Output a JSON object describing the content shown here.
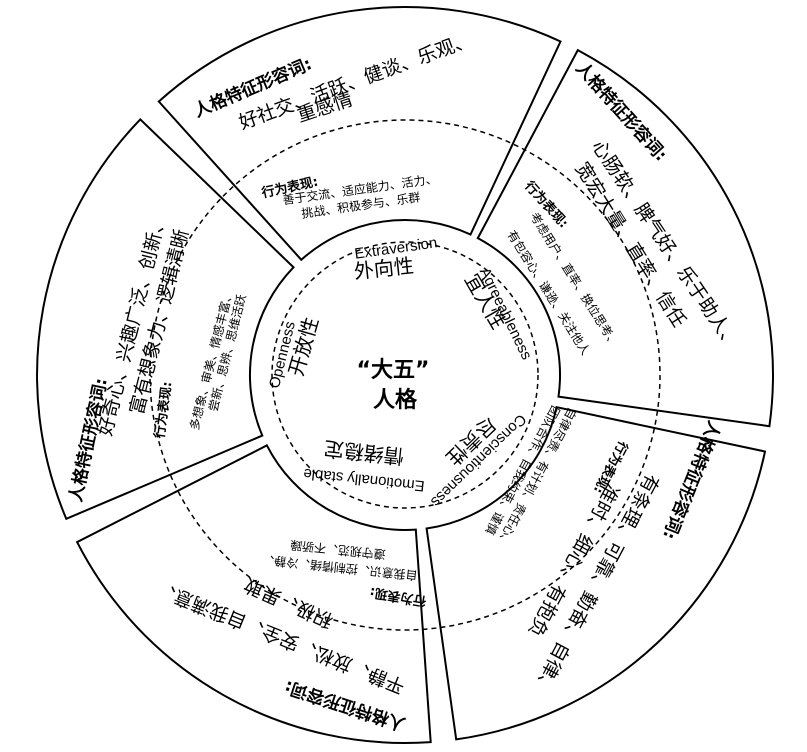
{
  "center": {
    "line1": "“大五”",
    "line2": "人格"
  },
  "adj_title": "人格特征形容词:",
  "beh_title": "行为表现:",
  "traits": {
    "extraversion": {
      "en": "Extraversion",
      "cn": "外向性",
      "behavior": [
        "善于交流、适应能力、活力、",
        "挑战、积极参与、乐群"
      ],
      "adjectives": [
        "好社交、活跃、健谈、乐观、",
        "重感情"
      ]
    },
    "agreeableness": {
      "en": "Agreeableness",
      "cn": "宜人性",
      "behavior": [
        "考虑用户、直率、换位思考、",
        "有包容心、谦逊、关注他人"
      ],
      "adjectives": [
        "心肠软、脾气好、乐于助人、",
        "宽宏大量、直率、信任"
      ]
    },
    "conscientiousness": {
      "en": "Conscientiousness",
      "cn": "尽责性",
      "behavior": [
        "自律尽责、有计划、责任心、",
        "团队合作、自我约束、谨慎"
      ],
      "adjectives": [
        "有条理、可靠、勤奋、自律、",
        "准时、细心、有抱负"
      ]
    },
    "emotional_stability": {
      "en": "Emotionally stable",
      "cn": "情绪稳定",
      "behavior": [
        "自我意识、控制情绪、冷静、",
        "遵守规范、不骄躁"
      ],
      "adjectives": [
        "平静、放松、安全、自我满意、",
        "积极、果敢"
      ]
    },
    "openness": {
      "en": "Openness",
      "cn": "开放性",
      "behavior": [
        "多想象、审美、情感丰富、",
        "尝新、思辨、思维活跃"
      ],
      "adjectives": [
        "好奇心、兴趣广泛、创新、",
        "富有想象力、逻辑清晰"
      ]
    }
  }
}
